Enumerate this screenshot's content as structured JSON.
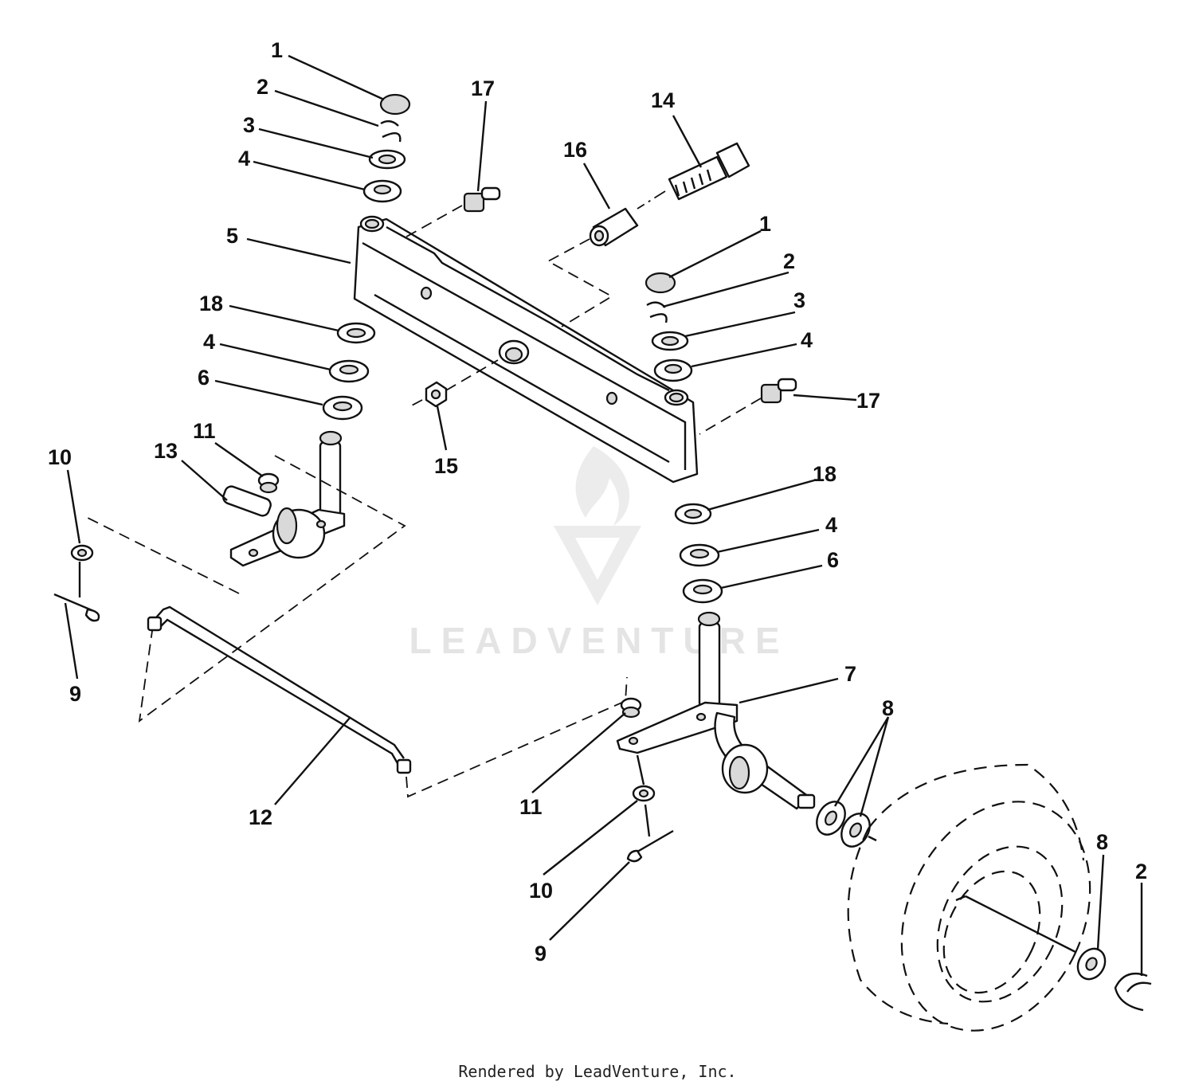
{
  "watermark": "LEADVENTURE",
  "footer": "Rendered by LeadVenture, Inc.",
  "labels": {
    "l1a": "1",
    "l2a": "2",
    "l3a": "3",
    "l4a": "4",
    "l5": "5",
    "l18a": "18",
    "l4b": "4",
    "l6a": "6",
    "l17a": "17",
    "l16": "16",
    "l14": "14",
    "l1b": "1",
    "l2b": "2",
    "l3b": "3",
    "l4c": "4",
    "l17b": "17",
    "l15": "15",
    "l10a": "10",
    "l13": "13",
    "l11a": "11",
    "l9a": "9",
    "l12": "12",
    "l18b": "18",
    "l4d": "4",
    "l6b": "6",
    "l7": "7",
    "l8a": "8",
    "l11b": "11",
    "l10b": "10",
    "l9b": "9",
    "l8b": "8",
    "l2c": "2"
  }
}
